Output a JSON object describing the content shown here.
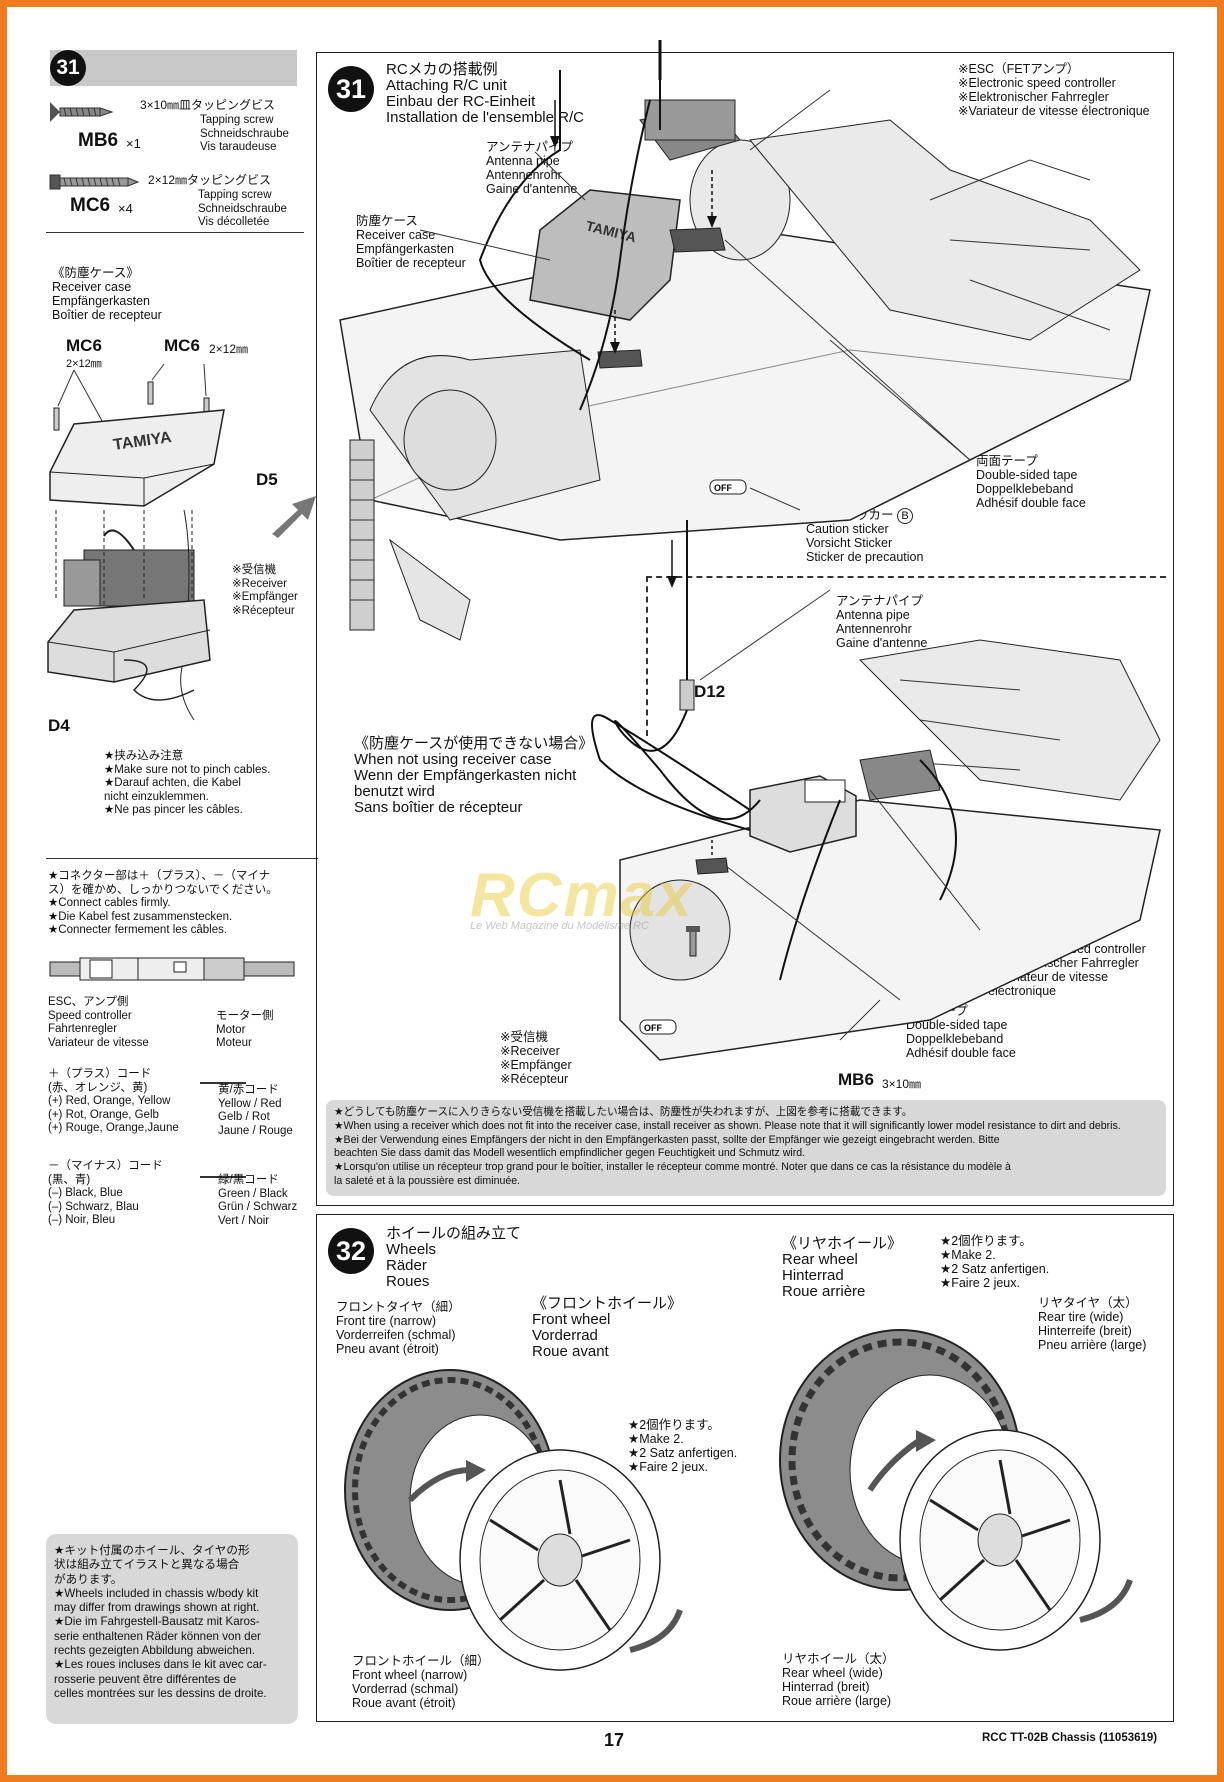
{
  "page": {
    "number": "17",
    "footer": "RCC TT-02B Chassis (11053619)",
    "watermark": "RCmax",
    "watermark_sub": "Le Web Magazine du Modélisme RC"
  },
  "step31": {
    "number": "31",
    "parts": [
      {
        "size": "3×10㎜皿タッピングビス",
        "lines": "Tapping screw\nSchneidschraube\nVis taraudeuse",
        "code": "MB6",
        "qty": "×1"
      },
      {
        "size": "2×12㎜タッピングビス",
        "lines": "Tapping screw\nSchneidschraube\nVis décolletée",
        "code": "MC6",
        "qty": "×4"
      }
    ],
    "receiver_case_title": "《防塵ケース》\nReceiver case\nEmpfängerkasten\nBoîtier de recepteur",
    "mc6_left": "MC6",
    "mc6_left_size": "2×12㎜",
    "mc6_right": "MC6",
    "mc6_right_size": "2×12㎜",
    "label_d5": "D5",
    "label_d4": "D4",
    "receiver_note": "※受信機\n※Receiver\n※Empfänger\n※Récepteur",
    "pinch_note": "★挟み込み注意\n★Make sure not to pinch cables.\n★Darauf achten, die Kabel\nnicht einzuklemmen.\n★Ne pas pincer les câbles.",
    "connector_note": "★コネクター部は＋（プラス）、－（マイナ\nス）を確かめ、しっかりつないでください。\n★Connect cables firmly.\n★Die Kabel fest zusammenstecken.\n★Connecter fermement les câbles.",
    "esc_side": "ESC、アンプ側\nSpeed controller\nFahrtenregler\nVariateur de vitesse",
    "motor_side": "モーター側\nMotor\nMoteur",
    "plus_cord": "＋（プラス）コード\n(赤、オレンジ、黄)\n(+) Red, Orange, Yellow\n(+) Rot, Orange, Gelb\n(+) Rouge, Orange,Jaune",
    "yellow_red": "黄/赤コード\nYellow / Red\nGelb / Rot\nJaune / Rouge",
    "minus_cord": "－（マイナス）コード\n(黒、青)\n(–) Black, Blue\n(–) Schwarz, Blau\n(–) Noir, Bleu",
    "green_black": "緑/黒コード\nGreen / Black\nGrün / Schwarz\nVert / Noir",
    "main_title": "RCメカの搭載例\nAttaching R/C unit\nEinbau der RC-Einheit\nInstallation de l'ensemble R/C",
    "esc_label": "※ESC（FETアンプ）\n※Electronic speed controller\n※Elektronischer Fahrregler\n※Variateur de vitesse électronique",
    "antenna_label": "アンテナパイプ\nAntenna pipe\nAntennenrohr\nGaine d'antenne",
    "receiver_case_label": "防塵ケース\nReceiver case\nEmpfängerkasten\nBoîtier de recepteur",
    "tape_label": "両面テープ\nDouble-sided tape\nDoppelklebeband\nAdhésif double face",
    "caution_label": "注意ステッカー",
    "caution_mark": "B",
    "caution_lines": "Caution sticker\nVorsicht Sticker\nSticker de precaution",
    "antenna_label2": "アンテナパイプ\nAntenna pipe\nAntennenrohr\nGaine d'antenne",
    "d12": "D12",
    "no_case_title": "《防塵ケースが使用できない場合》\nWhen not using receiver case\nWenn der Empfängerkasten nicht\nbenutzt wird\nSans boîtier de récepteur",
    "esc_label2": "※ESC（FETアンプ）\n※Electronic speed controller\n※Elektronischer Fahrregler\n※Variateur de vitesse\nélectronique",
    "tape_label2": "両面テープ\nDouble-sided tape\nDoppelklebeband\nAdhésif double face",
    "receiver_label2": "※受信機\n※Receiver\n※Empfänger\n※Récepteur",
    "mb6_code": "MB6",
    "mb6_size": "3×10㎜",
    "warning_box": "★どうしても防塵ケースに入りきらない受信機を搭載したい場合は、防塵性が失われますが、上図を参考に搭載できます。\n★When using a receiver which does not fit into the receiver case, install receiver as shown. Please note that it will significantly lower model resistance to dirt and debris.\n★Bei der Verwendung eines Empfängers der nicht in den Empfängerkasten passt, sollte der Empfänger wie gezeigt eingebracht werden. Bitte\nbeachten Sie dass damit das Modell wesentlich empfindlicher gegen Feuchtigkeit und Schmutz wird.\n★Lorsqu'on utilise un récepteur trop grand pour le boîtier, installer le récepteur comme montré. Noter que dans ce cas la résistance du modèle à\nla saleté et à la poussière est diminuée."
  },
  "step32": {
    "number": "32",
    "title": "ホイールの組み立て\nWheels\nRäder\nRoues",
    "front_tire": "フロントタイヤ（細）\nFront tire (narrow)\nVorderreifen (schmal)\nPneu avant (étroit)",
    "front_wheel_title": "《フロントホイール》\nFront wheel\nVorderrad\nRoue avant",
    "make2_front": "★2個作ります。\n★Make 2.\n★2 Satz anfertigen.\n★Faire 2 jeux.",
    "front_wheel": "フロントホイール（細）\nFront wheel (narrow)\nVorderrad (schmal)\nRoue avant (étroit)",
    "rear_wheel_title": "《リヤホイール》\nRear wheel\nHinterrad\nRoue arrière",
    "make2_rear": "★2個作ります。\n★Make 2.\n★2 Satz anfertigen.\n★Faire 2 jeux.",
    "rear_tire": "リヤタイヤ（太）\nRear tire (wide)\nHinterreife (breit)\nPneu arrière (large)",
    "rear_wheel": "リヤホイール（太）\nRear wheel (wide)\nHinterrad (breit)\nRoue arrière (large)",
    "kit_note": "★キット付属のホイール、タイヤの形\n状は組み立てイラストと異なる場合\nがあります。\n★Wheels included in chassis w/body kit\nmay differ from drawings shown at right.\n★Die im Fahrgestell-Bausatz mit Karos-\nserie enthaltenen Räder können von der\nrechts gezeigten Abbildung abweichen.\n★Les roues incluses dans le kit avec car-\nrosserie peuvent être différentes de\ncelles montrées sur les dessins de droite."
  }
}
